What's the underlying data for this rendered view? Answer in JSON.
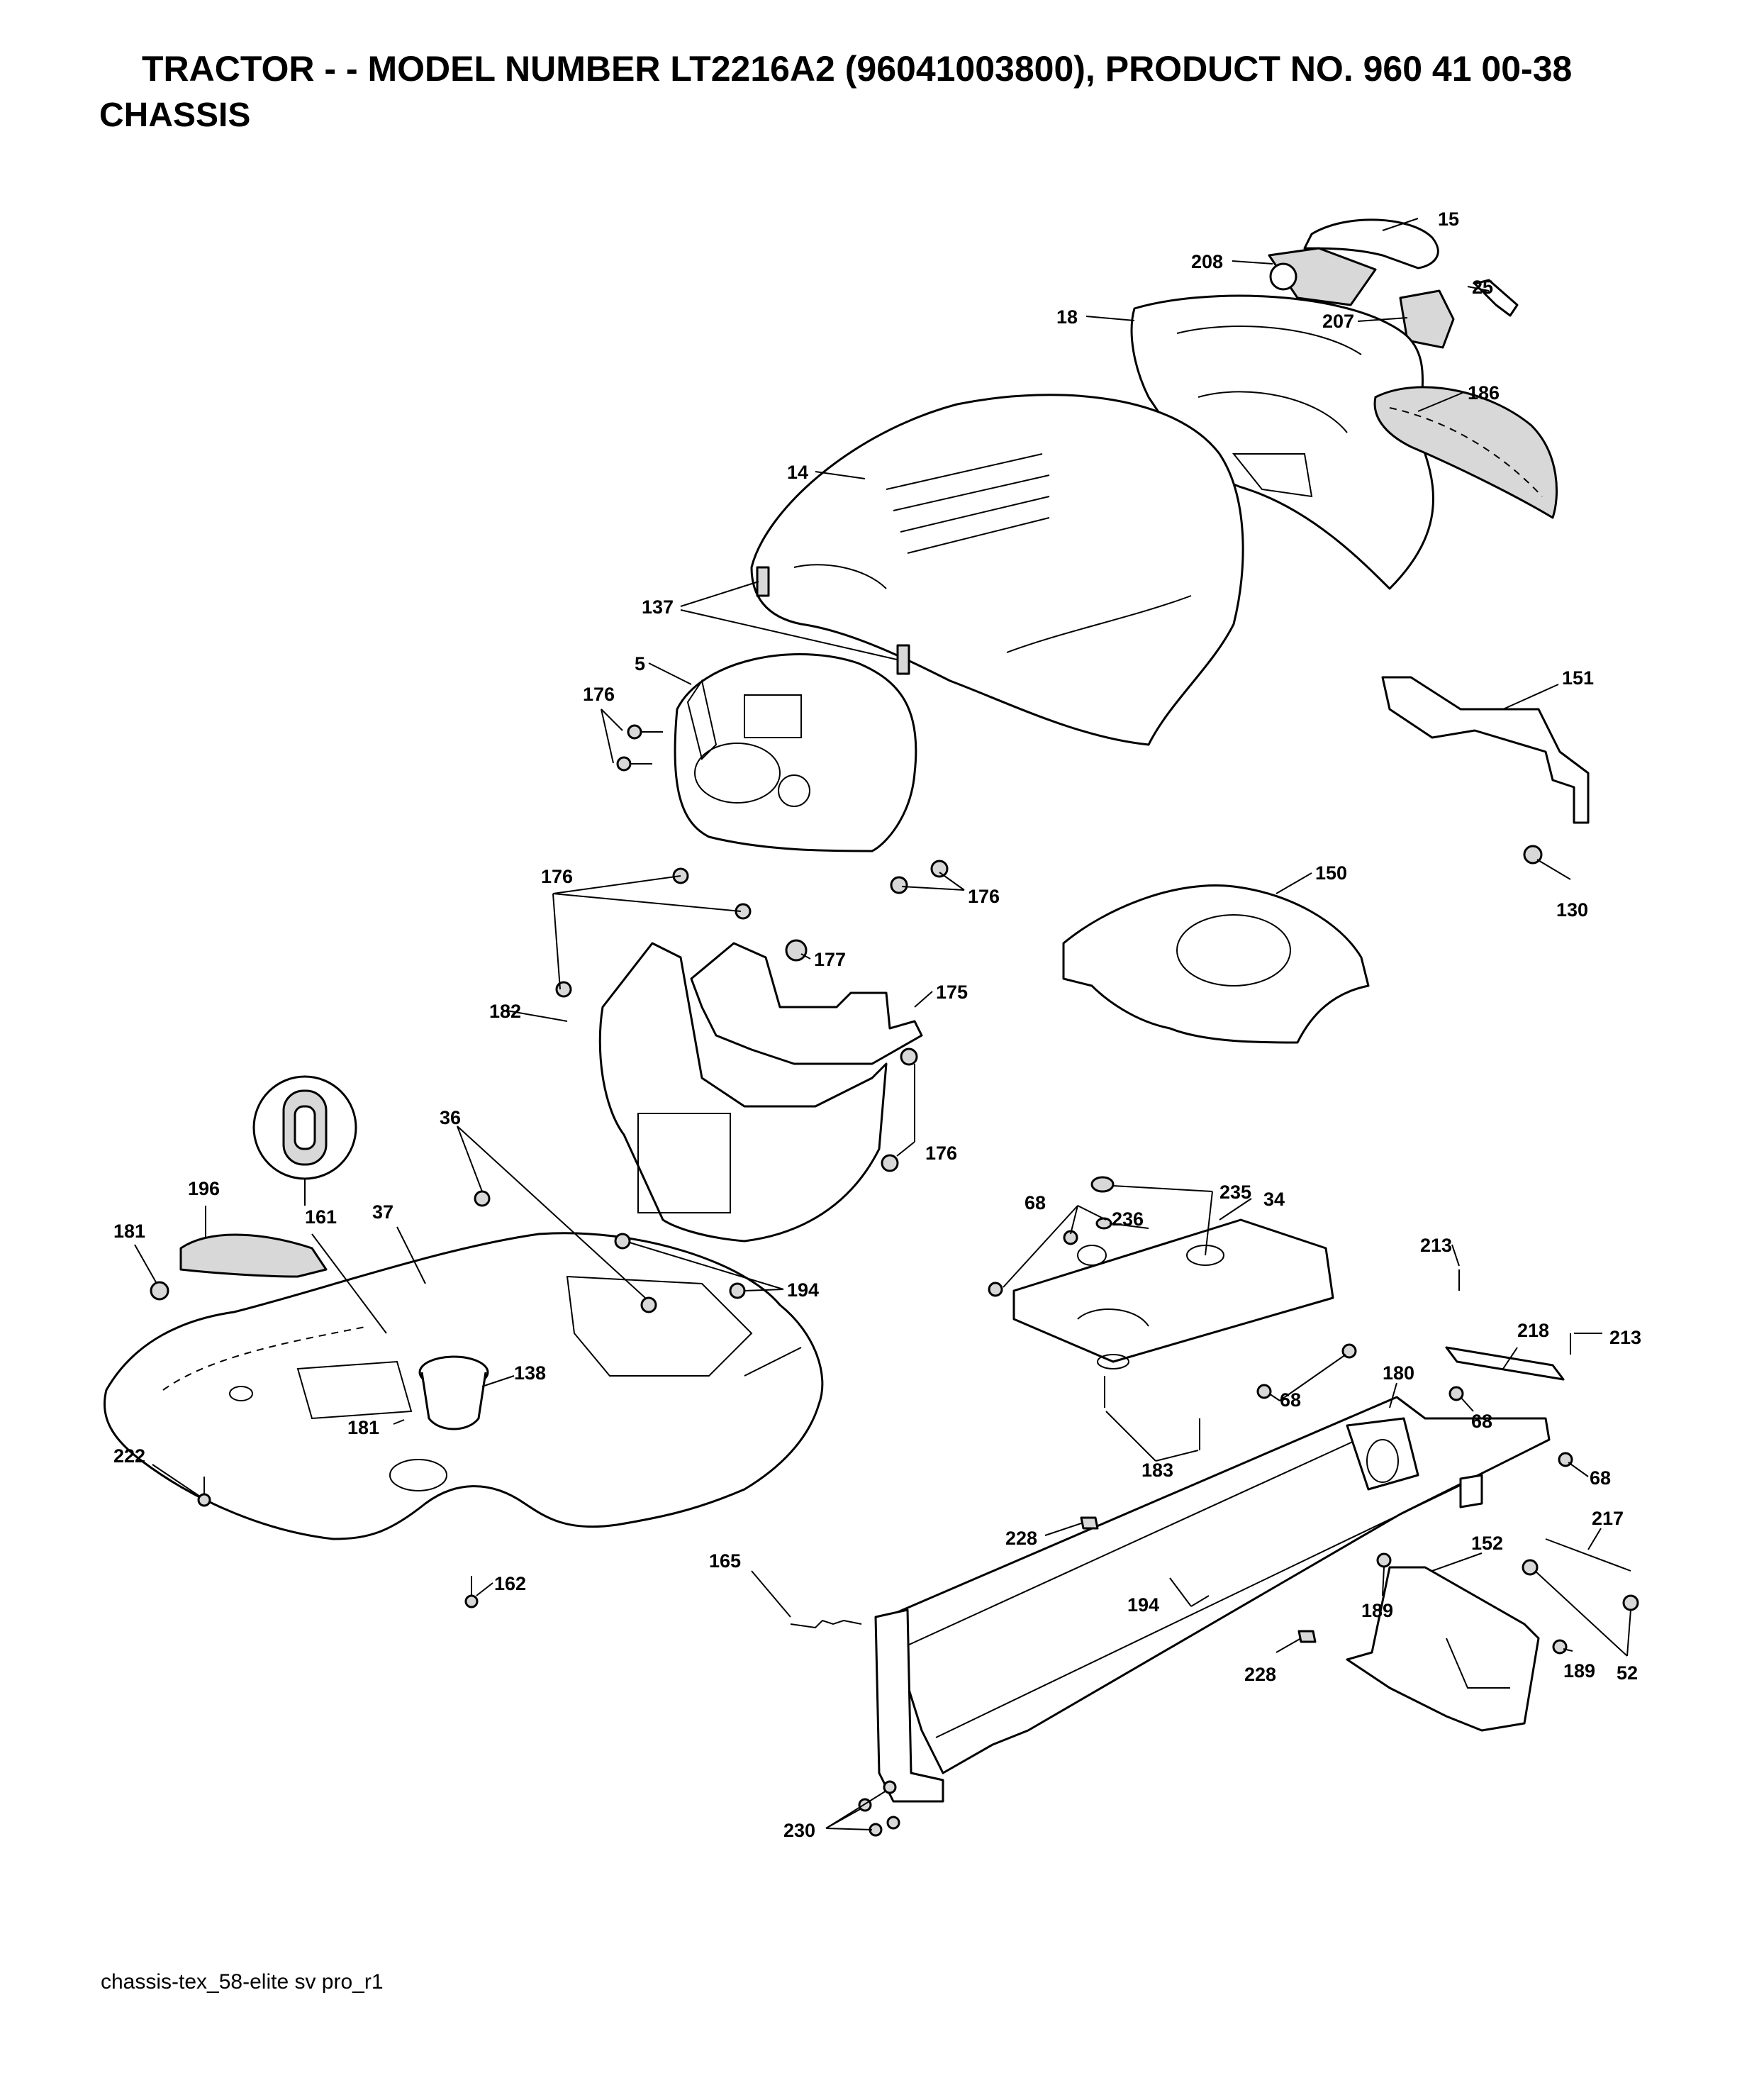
{
  "header": {
    "title": "TRACTOR - - MODEL NUMBER LT2216A2 (96041003800), PRODUCT NO. 960 41 00-38",
    "section": "CHASSIS"
  },
  "footer": {
    "drawing_id": "chassis-tex_58-elite sv pro_r1"
  },
  "callouts": {
    "c15": "15",
    "c208": "208",
    "c25": "25",
    "c18": "18",
    "c207": "207",
    "c186": "186",
    "c14": "14",
    "c137": "137",
    "c5": "5",
    "c176a": "176",
    "c151": "151",
    "c176b": "176",
    "c176c": "176",
    "c177": "177",
    "c150": "150",
    "c130": "130",
    "c175": "175",
    "c182": "182",
    "c36": "36",
    "c176d": "176",
    "c196": "196",
    "c161": "161",
    "c37": "37",
    "c181a": "181",
    "c235": "235",
    "c68a": "68",
    "c34": "34",
    "c236": "236",
    "c194a": "194",
    "c213a": "213",
    "c218": "218",
    "c213b": "213",
    "c180": "180",
    "c138": "138",
    "c68b": "68",
    "c181b": "181",
    "c68c": "68",
    "c222": "222",
    "c183": "183",
    "c68d": "68",
    "c228a": "228",
    "c217": "217",
    "c152": "152",
    "c162": "162",
    "c165": "165",
    "c194b": "194",
    "c189a": "189",
    "c228b": "228",
    "c52": "52",
    "c189b": "189",
    "c230": "230"
  }
}
